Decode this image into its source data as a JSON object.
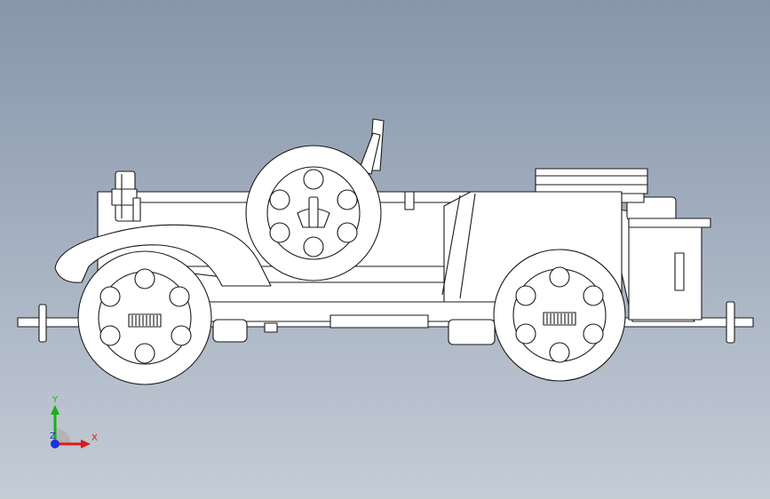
{
  "viewport": {
    "background_top": "#8796ab",
    "background_bottom": "#c4ccd6",
    "model_fill": "#ffffff",
    "model_stroke": "#1a1a1a"
  },
  "triad": {
    "x_label": "X",
    "y_label": "Y",
    "z_label": "Z",
    "x_color": "#e01818",
    "y_color": "#18b018",
    "z_color": "#2030e0"
  }
}
